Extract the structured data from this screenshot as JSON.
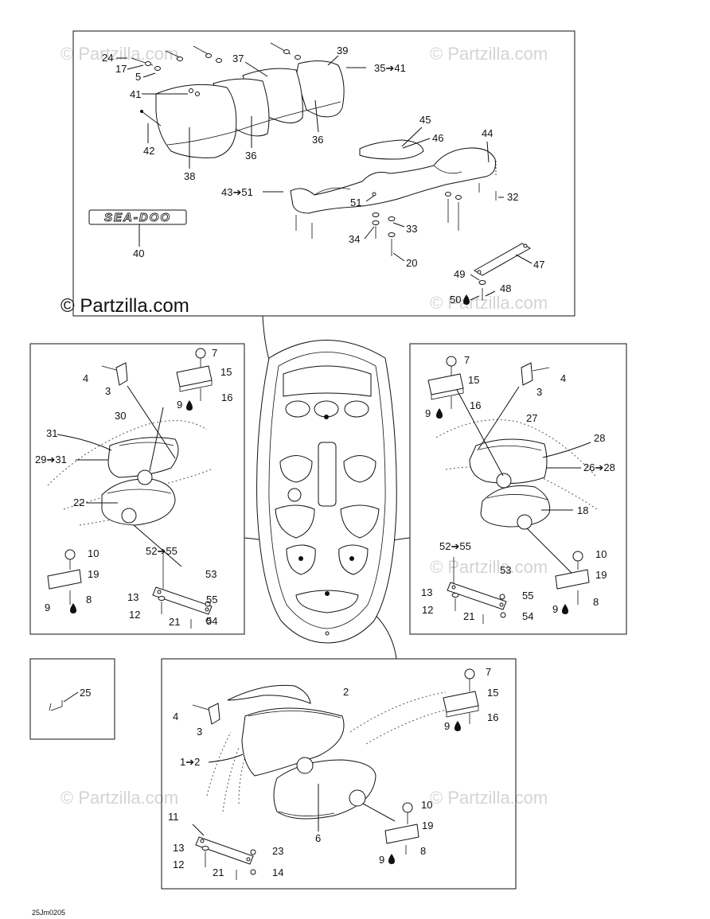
{
  "watermark": "© Partzilla.com",
  "copyright": "© Partzilla.com",
  "logo_text": "SEA-DOO",
  "doc_code": "25Jm0205",
  "colors": {
    "line": "#111111",
    "watermark": "#d4d4d4",
    "background": "#ffffff"
  },
  "drop_icon": "oil-drop-icon",
  "arrow_icon": "right-arrow-icon",
  "panels": [
    {
      "id": "top-seat",
      "callouts": [
        {
          "t": "24"
        },
        {
          "t": "17"
        },
        {
          "t": "5"
        },
        {
          "t": "41"
        },
        {
          "t": "42"
        },
        {
          "t": "38"
        },
        {
          "t": "36"
        },
        {
          "t": "37"
        },
        {
          "t": "39"
        },
        {
          "t": "35➔41"
        },
        {
          "t": "36"
        },
        {
          "t": "45"
        },
        {
          "t": "46"
        },
        {
          "t": "44"
        },
        {
          "t": "43➔51"
        },
        {
          "t": "51"
        },
        {
          "t": "32"
        },
        {
          "t": "33"
        },
        {
          "t": "34"
        },
        {
          "t": "20"
        },
        {
          "t": "40"
        },
        {
          "t": "47"
        },
        {
          "t": "49"
        },
        {
          "t": "50"
        },
        {
          "t": "48"
        }
      ]
    },
    {
      "id": "left-seat",
      "callouts": [
        {
          "t": "7"
        },
        {
          "t": "4"
        },
        {
          "t": "15"
        },
        {
          "t": "3"
        },
        {
          "t": "9"
        },
        {
          "t": "16"
        },
        {
          "t": "30"
        },
        {
          "t": "31"
        },
        {
          "t": "29➔31"
        },
        {
          "t": "22"
        },
        {
          "t": "10"
        },
        {
          "t": "19"
        },
        {
          "t": "9"
        },
        {
          "t": "8"
        },
        {
          "t": "52➔55"
        },
        {
          "t": "53"
        },
        {
          "t": "13"
        },
        {
          "t": "55"
        },
        {
          "t": "12"
        },
        {
          "t": "21"
        },
        {
          "t": "54"
        }
      ]
    },
    {
      "id": "right-seat",
      "callouts": [
        {
          "t": "7"
        },
        {
          "t": "15"
        },
        {
          "t": "4"
        },
        {
          "t": "3"
        },
        {
          "t": "9"
        },
        {
          "t": "16"
        },
        {
          "t": "27"
        },
        {
          "t": "28"
        },
        {
          "t": "26➔28"
        },
        {
          "t": "18"
        },
        {
          "t": "52➔55"
        },
        {
          "t": "10"
        },
        {
          "t": "53"
        },
        {
          "t": "19"
        },
        {
          "t": "13"
        },
        {
          "t": "55"
        },
        {
          "t": "9"
        },
        {
          "t": "8"
        },
        {
          "t": "12"
        },
        {
          "t": "21"
        },
        {
          "t": "54"
        }
      ]
    },
    {
      "id": "clip",
      "callouts": [
        {
          "t": "25"
        }
      ]
    },
    {
      "id": "rear-seat",
      "callouts": [
        {
          "t": "7"
        },
        {
          "t": "2"
        },
        {
          "t": "15"
        },
        {
          "t": "4"
        },
        {
          "t": "3"
        },
        {
          "t": "9"
        },
        {
          "t": "16"
        },
        {
          "t": "1➔2"
        },
        {
          "t": "6"
        },
        {
          "t": "11"
        },
        {
          "t": "10"
        },
        {
          "t": "19"
        },
        {
          "t": "13"
        },
        {
          "t": "23"
        },
        {
          "t": "9"
        },
        {
          "t": "8"
        },
        {
          "t": "12"
        },
        {
          "t": "21"
        },
        {
          "t": "14"
        }
      ]
    }
  ]
}
